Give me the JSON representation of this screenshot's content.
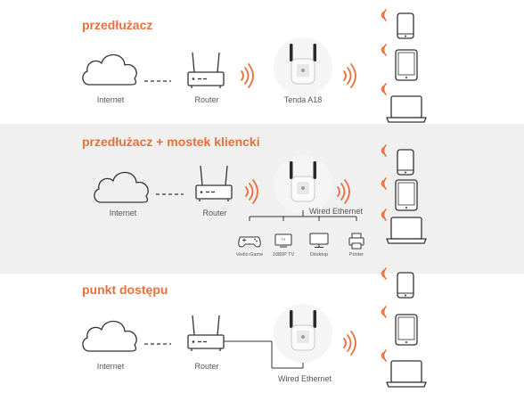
{
  "sections": [
    {
      "title": "przedłużacz",
      "labels": {
        "internet": "Internet",
        "router": "Router",
        "extender": "Tenda A18"
      }
    },
    {
      "title": "przedłużacz + mostek kliencki",
      "labels": {
        "internet": "Internet",
        "router": "Router",
        "wired": "Wired Ethernet"
      },
      "devices": [
        "Vedio Game",
        "1080P TV",
        "Desktop",
        "Printer"
      ]
    },
    {
      "title": "punkt dostępu",
      "labels": {
        "internet": "Internet",
        "router": "Router",
        "wired": "Wired Ethernet"
      }
    }
  ],
  "colors": {
    "accent": "#e8703a",
    "line": "#333333",
    "band": "#f0f0f0"
  },
  "icons": [
    "cloud-icon",
    "router-icon",
    "extender-icon",
    "wifi-waves-icon",
    "phone-icon",
    "tablet-icon",
    "laptop-icon",
    "gamepad-icon",
    "tv-icon",
    "desktop-icon",
    "printer-icon"
  ]
}
